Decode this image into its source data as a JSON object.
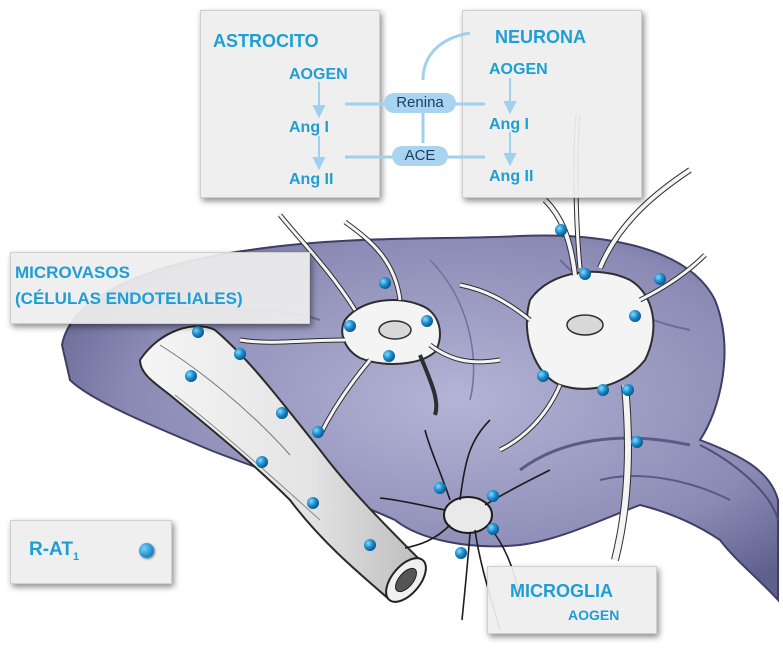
{
  "astrocito": {
    "title": "ASTROCITO",
    "aogen": "AOGEN",
    "ang1": "Ang I",
    "ang2": "Ang II"
  },
  "neurona": {
    "title": "NEURONA",
    "aogen": "AOGEN",
    "ang1": "Ang I",
    "ang2": "Ang II"
  },
  "enzymes": {
    "renina": "Renina",
    "ace": "ACE"
  },
  "microvasos": {
    "line1": "MICROVASOS",
    "line2": "(CÉLULAS ENDOTELIALES)"
  },
  "legend": {
    "label": "R-AT",
    "subscript": "1"
  },
  "microglia": {
    "title": "MICROGLIA",
    "aogen": "AOGEN"
  },
  "colors": {
    "label_blue": "#1f9ed4",
    "receptor_dot": "#1a8fd0",
    "brain": "#8e8eb8",
    "pill": "#a9d4ef"
  }
}
